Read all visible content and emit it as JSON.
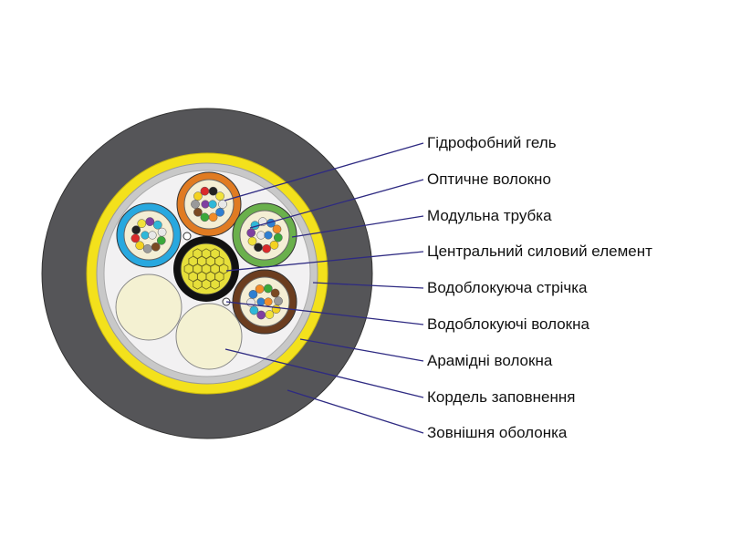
{
  "labels": [
    "Гідрофобний гель",
    "Оптичне волокно",
    "Модульна трубка",
    "Центральний силовий елемент",
    "Водоблокуюча стрічка",
    "Водоблокуючі волокна",
    "Арамідні волокна",
    "Кордель заповнення",
    "Зовнішня оболонка"
  ],
  "colors": {
    "sheath": "#555558",
    "aramid": "#f3e11c",
    "tape": "#c8c8c8",
    "filling": "#f2f1f2",
    "gel": "#f4eed4",
    "leader_line": "#2e2a82",
    "tube_orange": "#e07b22",
    "tube_blue": "#28a8df",
    "tube_green": "#6ab04c",
    "tube_brown": "#6b3d1f",
    "central_member": "#e6df3a",
    "filler_cord": "#f4f1d2"
  },
  "fiber_colors": [
    "#e8e8e8",
    "#2f7fd1",
    "#f28c28",
    "#3aa83a",
    "#7a4a22",
    "#9a9a9a",
    "#f4d21f",
    "#d92a2a",
    "#222222",
    "#f1e23a",
    "#7f3fa0",
    "#2fb8d8"
  ]
}
